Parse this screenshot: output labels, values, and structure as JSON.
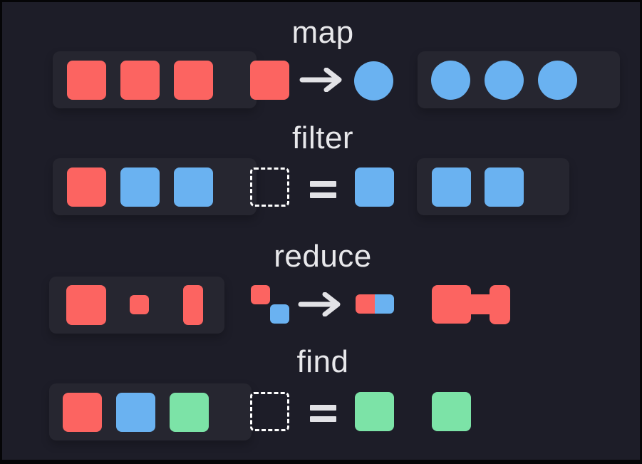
{
  "colors": {
    "background": "#1d1d28",
    "frame": "#050507",
    "panel": "#262630",
    "red": "#fc6461",
    "blue": "#6ab2f1",
    "green": "#7ce3a7",
    "text": "#e8e8eb",
    "operator": "#e2e2e6",
    "dashed": "#ffffff"
  },
  "rows": [
    {
      "label": "map",
      "input_items": [
        "red-square",
        "red-square",
        "red-square"
      ],
      "operation": {
        "from": "red-square",
        "symbol": "arrow-right",
        "to": "blue-circle"
      },
      "output_items": [
        "blue-circle",
        "blue-circle",
        "blue-circle"
      ]
    },
    {
      "label": "filter",
      "input_items": [
        "red-square",
        "blue-square",
        "blue-square"
      ],
      "operation": {
        "from": "empty-dashed-slot",
        "symbol": "equals",
        "to": "blue-square"
      },
      "output_items": [
        "blue-square",
        "blue-square"
      ]
    },
    {
      "label": "reduce",
      "input_items": [
        "red-square-large",
        "red-square-small",
        "red-rect-tall"
      ],
      "operation": {
        "from": "red-square-small + blue-square-small",
        "symbol": "arrow-right",
        "to": "red-square-small + blue-square-small combined"
      },
      "output_items": [
        "red-combined-shape"
      ]
    },
    {
      "label": "find",
      "input_items": [
        "red-square",
        "blue-square",
        "green-square"
      ],
      "operation": {
        "from": "empty-dashed-slot",
        "symbol": "equals",
        "to": "green-square"
      },
      "output_items": [
        "green-square"
      ]
    }
  ]
}
